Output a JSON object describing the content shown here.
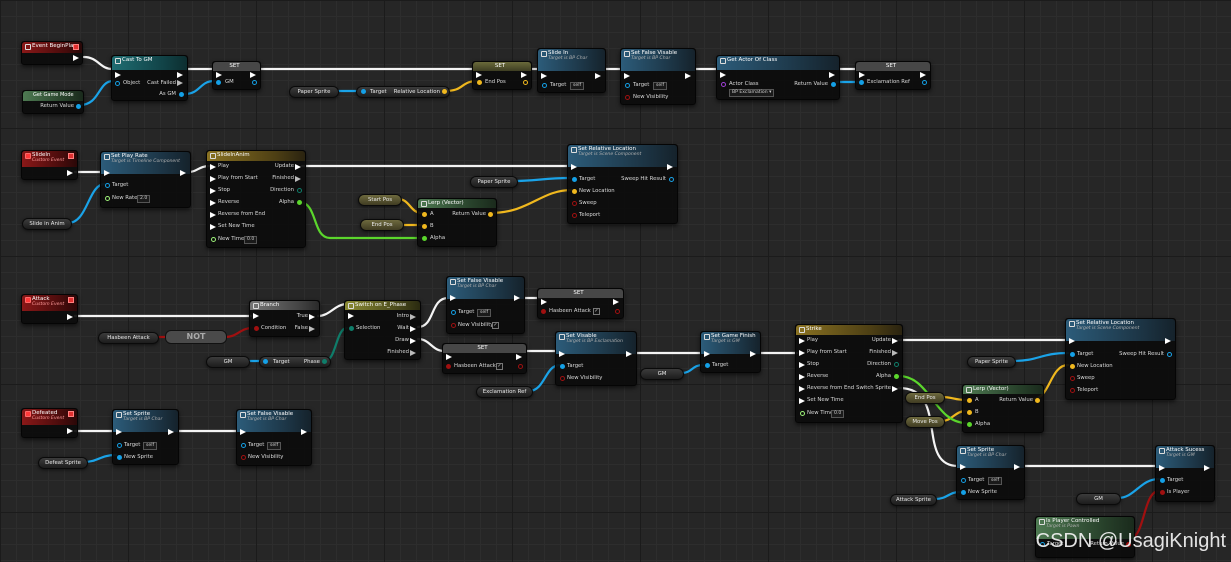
{
  "colors": {
    "exec": "#ffffff",
    "object": "#14a0e6",
    "vector": "#f0b81e",
    "float": "#9cf078",
    "bool": "#8c0b0b",
    "byte": "#0a6b5d"
  },
  "nodes": {
    "begin_play": {
      "title": "Event BeginPlay"
    },
    "get_game_mode": {
      "title": "Get Game Mode",
      "return_label": "Return Value"
    },
    "cast_to_gm": {
      "title": "Cast To GM",
      "object_label": "Object",
      "cast_failed_label": "Cast Failed",
      "as_gm_label": "As GM"
    },
    "set_gm": {
      "title": "SET",
      "gm_label": "GM"
    },
    "paper_sprite_1": {
      "label": "Paper Sprite"
    },
    "get_rel_loc": {
      "target_label": "Target",
      "value_label": "Relative Location"
    },
    "set_endpos": {
      "title": "SET",
      "endpos_label": "End Pos"
    },
    "slide_in_fn": {
      "title": "Slide In",
      "subtitle": "Target is BP Char",
      "target_label": "Target",
      "self_label": "self"
    },
    "set_false_vis_1": {
      "title": "Set False Visable",
      "subtitle": "Target is BP Char",
      "target_label": "Target",
      "self_label": "self",
      "visibility_label": "New Visibility"
    },
    "get_actor_class": {
      "title": "Get Actor Of Class",
      "actor_class_label": "Actor Class",
      "actor_class_value": "BP Exclamation",
      "return_label": "Return Value"
    },
    "set_exclamation": {
      "title": "SET",
      "ref_label": "Exclamation Ref"
    },
    "slidein_event": {
      "title": "SlideIn",
      "subtitle": "Custom Event"
    },
    "set_play_rate": {
      "title": "Set Play Rate",
      "subtitle": "Target is Timeline Component",
      "target_label": "Target",
      "rate_label": "New Rate",
      "rate_value": "2.0"
    },
    "slide_in_anim": {
      "label": "Slide in Anim"
    },
    "slideinanim_tl": {
      "title": "SlideInAnim",
      "play": "Play",
      "play_from_start": "Play from Start",
      "stop": "Stop",
      "reverse": "Reverse",
      "reverse_from_end": "Reverse from End",
      "set_new_time": "Set New Time",
      "new_time": "New Time",
      "new_time_value": "0.0",
      "update": "Update",
      "finished": "Finished",
      "direction": "Direction",
      "alpha": "Alpha"
    },
    "set_rel_loc_1": {
      "title": "Set Relative Location",
      "subtitle": "Target is Scene Component",
      "target_label": "Target",
      "loc_label": "New Location",
      "sweep_label": "Sweep",
      "teleport_label": "Teleport",
      "hit_label": "Sweep Hit Result"
    },
    "paper_sprite_2": {
      "label": "Paper Sprite"
    },
    "start_pos": {
      "label": "Start Pos"
    },
    "end_pos_1": {
      "label": "End Pos"
    },
    "lerp_1": {
      "title": "Lerp (Vector)",
      "a_label": "A",
      "b_label": "B",
      "alpha_label": "Alpha",
      "return_label": "Return Value"
    },
    "attack_event": {
      "title": "Attack",
      "subtitle": "Custom Event"
    },
    "hasbeen_attack_1": {
      "label": "Hasbeen Attack"
    },
    "not_node": {
      "label": "NOT"
    },
    "branch": {
      "title": "Branch",
      "condition_label": "Condition",
      "true_label": "True",
      "false_label": "False"
    },
    "gm_var_1": {
      "label": "GM"
    },
    "get_phase": {
      "target_label": "Target",
      "phase_label": "Phase"
    },
    "switch_phase": {
      "title": "Switch on E_Phase",
      "selection_label": "Selection",
      "intro": "Intro",
      "wait": "Wait",
      "draw": "Draw",
      "finished": "Finished"
    },
    "set_false_vis_2": {
      "title": "Set False Visable",
      "subtitle": "Target is BP Char",
      "target_label": "Target",
      "self_label": "self",
      "visibility_label": "New Visibility"
    },
    "set_hasbeen_1": {
      "title": "SET",
      "label": "Hasbeen Attack"
    },
    "set_hasbeen_2": {
      "title": "SET",
      "label": "Hasbeen Attack"
    },
    "set_visable": {
      "title": "Set Visable",
      "subtitle": "Target is BP Exclamation",
      "target_label": "Target",
      "visibility_label": "New Visibility"
    },
    "exclamation_ref_var": {
      "label": "Exclamation Ref"
    },
    "set_game_finish": {
      "title": "Set Game Finish",
      "subtitle": "Target is GM",
      "target_label": "Target"
    },
    "gm_var_2": {
      "label": "GM"
    },
    "strike_tl": {
      "title": "Strike",
      "play": "Play",
      "play_from_start": "Play from Start",
      "stop": "Stop",
      "reverse": "Reverse",
      "reverse_from_end": "Reverse from End",
      "set_new_time": "Set New Time",
      "new_time": "New Time",
      "new_time_value": "0.0",
      "update": "Update",
      "finished": "Finished",
      "direction": "Direction",
      "alpha": "Alpha",
      "switch_sprite": "Switch Sprite"
    },
    "set_rel_loc_2": {
      "title": "Set Relative Location",
      "subtitle": "Target is Scene Component",
      "target_label": "Target",
      "loc_label": "New Location",
      "sweep_label": "Sweep",
      "teleport_label": "Teleport",
      "hit_label": "Sweep Hit Result"
    },
    "paper_sprite_3": {
      "label": "Paper Sprite"
    },
    "end_pos_2": {
      "label": "End Pos"
    },
    "move_pos": {
      "label": "Move Pos"
    },
    "lerp_2": {
      "title": "Lerp (Vector)",
      "a_label": "A",
      "b_label": "B",
      "alpha_label": "Alpha",
      "return_label": "Return Value"
    },
    "set_sprite_2": {
      "title": "Set Sprite",
      "subtitle": "Target is BP Char",
      "target_label": "Target",
      "self_label": "self",
      "sprite_label": "New Sprite"
    },
    "attack_sprite": {
      "label": "Attack Sprite"
    },
    "attack_success": {
      "title": "Attack Sucess",
      "subtitle": "Target is GM",
      "target_label": "Target",
      "is_player_label": "Is Player"
    },
    "gm_var_3": {
      "label": "GM"
    },
    "is_player_controlled": {
      "title": "Is Player Controlled",
      "subtitle": "Target is Pawn",
      "target_label": "Target",
      "return_label": "Return Value"
    },
    "defeated_event": {
      "title": "Defeated",
      "subtitle": "Custom Event"
    },
    "defeat_sprite": {
      "label": "Defeat Sprite"
    },
    "set_sprite_1": {
      "title": "Set Sprite",
      "subtitle": "Target is BP Char",
      "target_label": "Target",
      "self_label": "self",
      "sprite_label": "New Sprite"
    },
    "set_false_vis_3": {
      "title": "Set False Visable",
      "subtitle": "Target is BP Char",
      "target_label": "Target",
      "self_label": "self",
      "visibility_label": "New Visibility"
    }
  },
  "watermark": "CSDN @UsagiKnight"
}
